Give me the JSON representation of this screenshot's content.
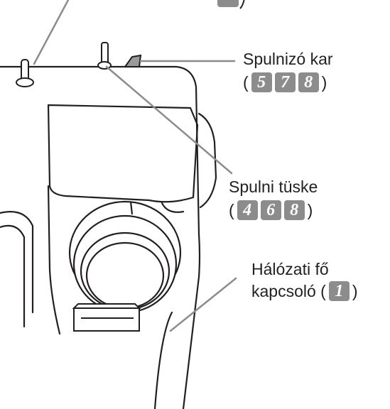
{
  "labels": {
    "bobbin_winder_lever": {
      "title": "Spulnizó kar",
      "open": "(",
      "steps": [
        "5",
        "7",
        "8"
      ],
      "close": ")"
    },
    "bobbin_winder_shaft": {
      "title": "Spulni tüske",
      "open": "(",
      "steps": [
        "4",
        "6",
        "8"
      ],
      "close": ")"
    },
    "main_power_switch": {
      "line1": "Hálózati fő",
      "line2": "kapcsoló (",
      "steps": [
        "1"
      ],
      "close": ")"
    }
  },
  "colors": {
    "outline": "#231f20",
    "leader": "#8c8c8c",
    "badge": "#8c8c8c"
  }
}
